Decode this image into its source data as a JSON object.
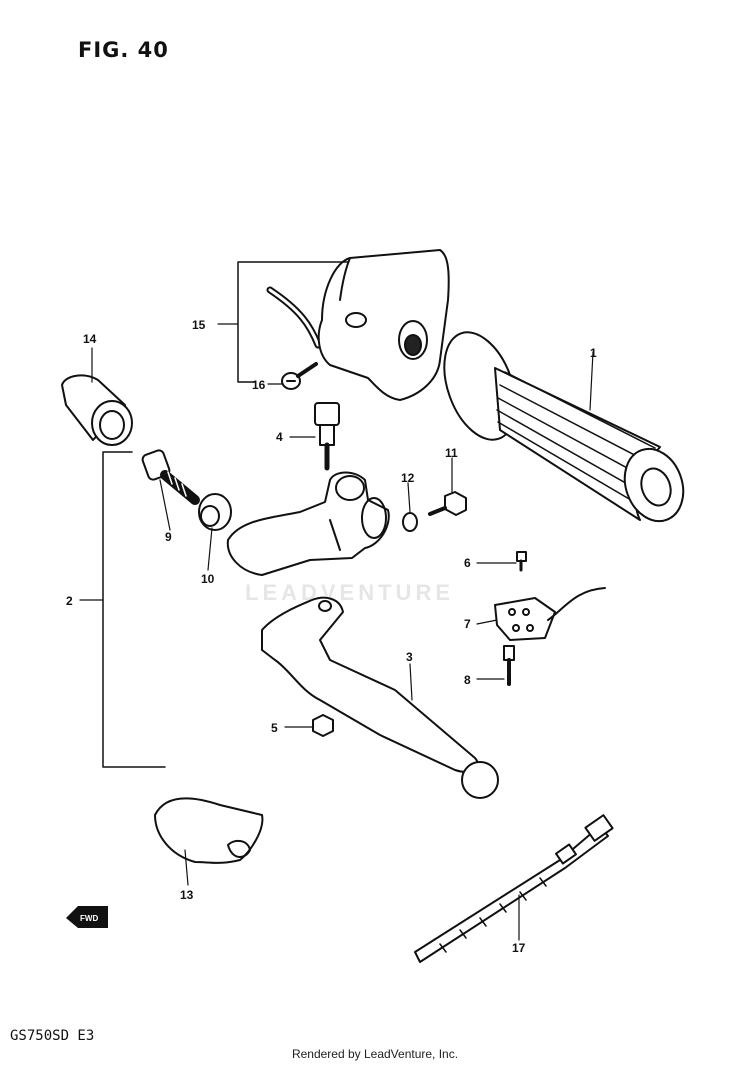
{
  "figure": {
    "title": "FIG. 40",
    "model_code": "GS750SD  E3",
    "watermark": "LEADVENTURE",
    "footer": "Rendered by LeadVenture, Inc.",
    "fwd_mark": "FWD"
  },
  "callouts": [
    "1",
    "2",
    "3",
    "4",
    "5",
    "6",
    "7",
    "8",
    "9",
    "10",
    "11",
    "12",
    "13",
    "14",
    "15",
    "16",
    "17"
  ]
}
